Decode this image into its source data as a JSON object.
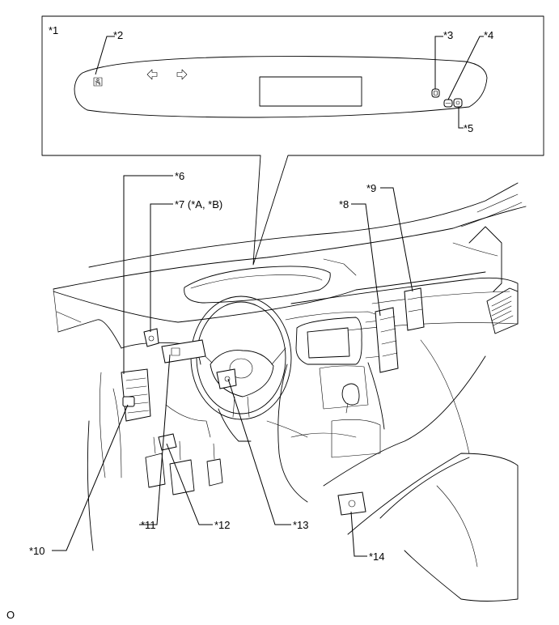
{
  "callouts": {
    "c1": "*1",
    "c2": "*2",
    "c3": "*3",
    "c4": "*4",
    "c5": "*5",
    "c6": "*6",
    "c7": "*7 (*A, *B)",
    "c8": "*8",
    "c9": "*9",
    "c10": "*10",
    "c11": "*11",
    "c12": "*12",
    "c13": "*13",
    "c14": "*14"
  },
  "footer_mark": "O",
  "icons": [
    "seatbelt-warning-icon",
    "left-turn-arrow-icon",
    "right-turn-arrow-icon"
  ]
}
